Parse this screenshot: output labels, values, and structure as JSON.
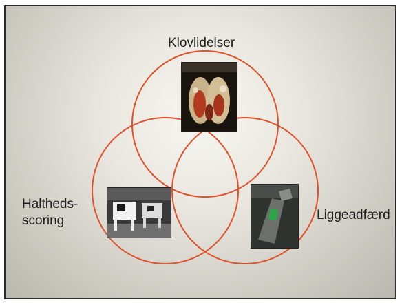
{
  "diagram": {
    "circles": [
      {
        "label": "Klovlidelser",
        "image": "hoof-photo"
      },
      {
        "label_lines": [
          "Haltheds-",
          "scoring"
        ],
        "image": "cows-walking-photo"
      },
      {
        "label": "Liggeadfærd",
        "image": "cow-lying-photo"
      }
    ],
    "circle_color": "#e0502a"
  }
}
